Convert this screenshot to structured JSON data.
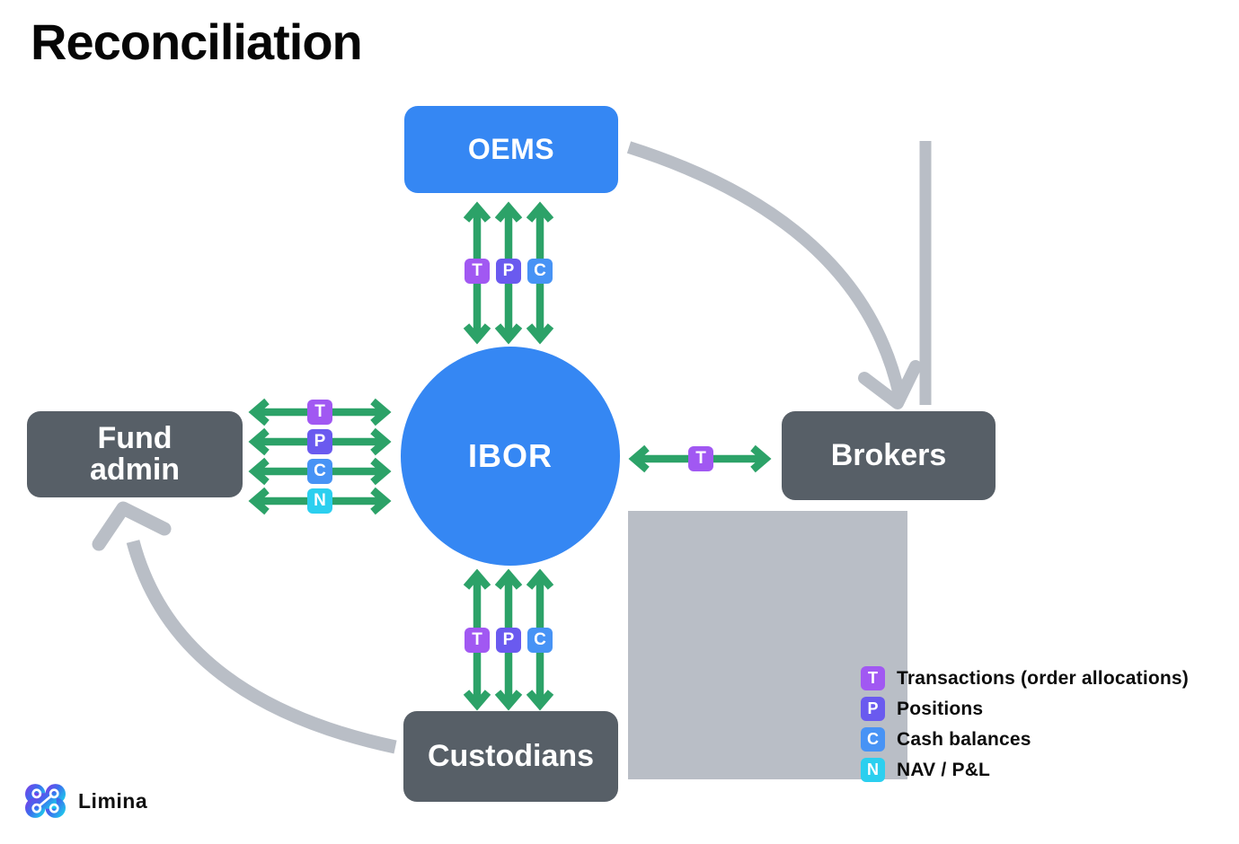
{
  "title": "Reconciliation",
  "nodes": {
    "oems": "OEMS",
    "ibor": "IBOR",
    "fund_admin_line1": "Fund",
    "fund_admin_line2": "admin",
    "brokers": "Brokers",
    "custodians": "Custodians"
  },
  "flows": {
    "oems_ibor": [
      "T",
      "P",
      "C"
    ],
    "fund_admin_ibor": [
      "T",
      "P",
      "C",
      "N"
    ],
    "ibor_brokers": [
      "T"
    ],
    "ibor_custodians": [
      "T",
      "P",
      "C"
    ]
  },
  "legend": [
    {
      "key": "T",
      "label": "Transactions (order allocations)"
    },
    {
      "key": "P",
      "label": "Positions"
    },
    {
      "key": "C",
      "label": "Cash balances"
    },
    {
      "key": "N",
      "label": "NAV / P&L"
    }
  ],
  "brand": {
    "name": "Limina"
  },
  "colors": {
    "node_blue": "#3587F3",
    "node_slate": "#575F67",
    "arrow_green": "#2CA268",
    "flow_gray": "#B9BEC6",
    "badge_T": "#A158F2",
    "badge_P": "#6A5AEF",
    "badge_C": "#4793F5",
    "badge_N": "#2BCFEF"
  }
}
